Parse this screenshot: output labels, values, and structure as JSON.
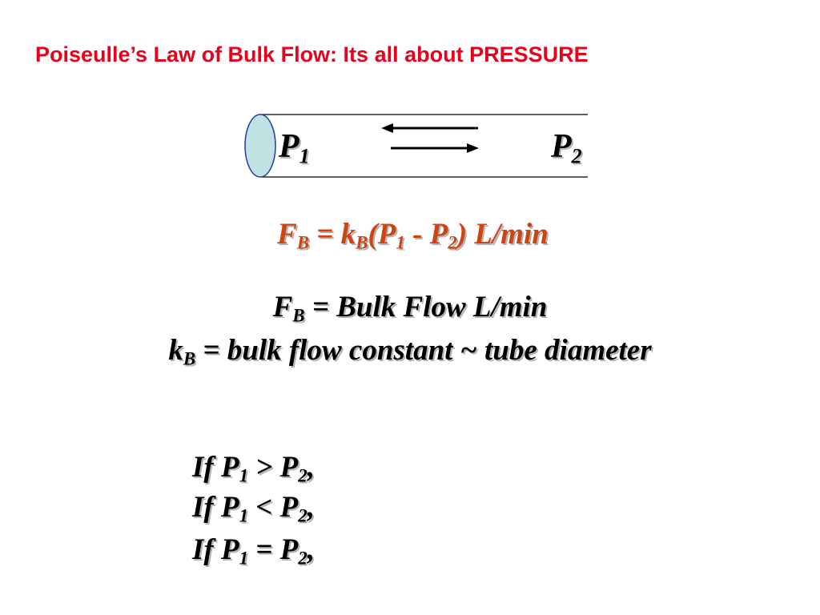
{
  "slide": {
    "title": "Poiseulle’s Law of Bulk Flow: Its all about PRESSURE",
    "colors": {
      "title": "#e8001c",
      "formula": "#cc4411",
      "text": "#000000",
      "shadow": "#b3b3b3",
      "tube_cap_fill": "#bfe2e2",
      "tube_cap_stroke": "#2a3f99"
    }
  },
  "diagram": {
    "p1": {
      "base": "P",
      "sub": "1"
    },
    "p2": {
      "base": "P",
      "sub": "2"
    },
    "arrows": [
      "left-arrow-icon",
      "right-arrow-icon"
    ]
  },
  "formula": {
    "lhs_base": "F",
    "lhs_sub": "B",
    "eq": " = ",
    "k_base": "k",
    "k_sub": "B",
    "open": "(P",
    "p1_sub": "1",
    "minus": " - P",
    "p2_sub": "2",
    "close": ") L/min"
  },
  "definitions": [
    {
      "base": "F",
      "sub": "B",
      "text": " = Bulk Flow L/min"
    },
    {
      "base": "k",
      "sub": "B",
      "text": " = bulk flow constant ~ tube diameter"
    }
  ],
  "conditions": [
    {
      "pre": "If P",
      "sub1": "1",
      "op": " > P",
      "sub2": "2",
      "post": ","
    },
    {
      "pre": "If P",
      "sub1": "1",
      "op": " < P",
      "sub2": "2",
      "post": ","
    },
    {
      "pre": "If P",
      "sub1": "1",
      "op": " = P",
      "sub2": "2",
      "post": ","
    }
  ]
}
